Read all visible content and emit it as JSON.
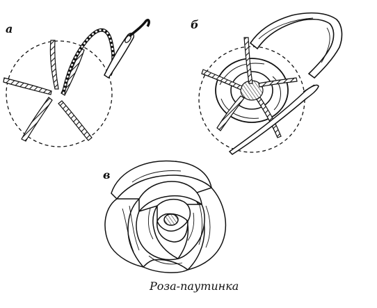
{
  "labels": {
    "panel_a": "а",
    "panel_b": "б",
    "panel_c": "в"
  },
  "caption": "Роза-паутинка",
  "colors": {
    "ink": "#111111",
    "paper": "#ffffff"
  },
  "diagram": {
    "panels": [
      {
        "id": "a",
        "content": "five-spoke base stitch inside dashed circle with needle and thread"
      },
      {
        "id": "b",
        "content": "ribbon woven over and under spokes with needle"
      },
      {
        "id": "c",
        "content": "finished ribbon rose"
      }
    ]
  }
}
